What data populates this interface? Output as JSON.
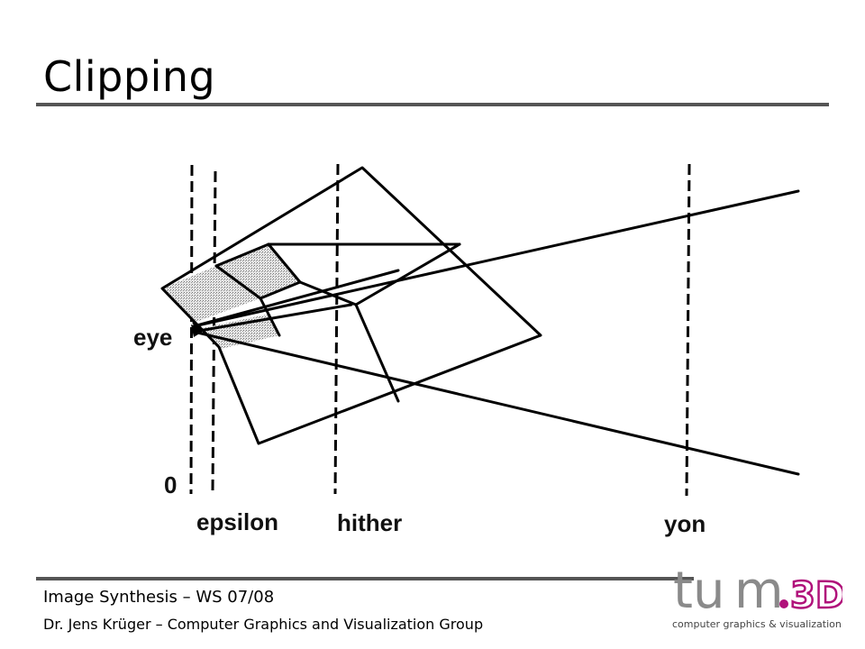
{
  "slide": {
    "title": "Clipping"
  },
  "diagram": {
    "labels": {
      "eye": "eye",
      "zero": "0",
      "epsilon": "epsilon",
      "hither": "hither",
      "yon": "yon"
    }
  },
  "footer": {
    "course": "Image Synthesis – WS 07/08",
    "author": "Dr. Jens Krüger – Computer Graphics and Visualization Group"
  },
  "logo": {
    "mark_tu": "tu",
    "mark_m": "m",
    "mark_3d": "3D",
    "tagline": "computer graphics & visualization",
    "colors": {
      "tum": "#8a8a8a",
      "three_d": "#b0117a"
    }
  }
}
